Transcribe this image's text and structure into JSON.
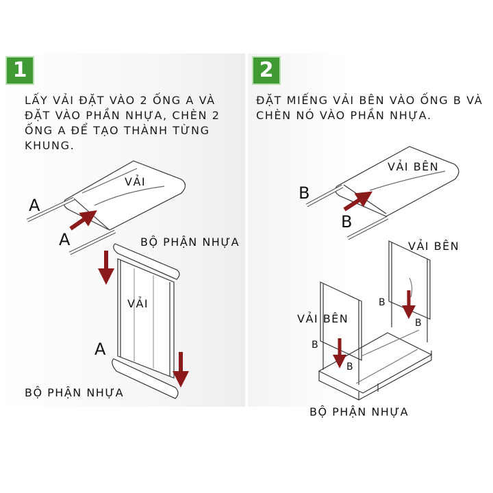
{
  "step1": {
    "number": "1",
    "instruction": "LẤY VẢI ĐẶT VÀO 2 ỐNG A VÀ ĐẶT VÀO PHẦN NHỰA, CHÈN 2 ỐNG A ĐỂ TẠO THÀNH TỪNG KHUNG.",
    "labels": {
      "fabric_top": "VẢI",
      "tube_a1": "A",
      "tube_a2": "A",
      "plastic_top": "BỘ PHẬN NHỰA",
      "fabric_frame": "VẢI",
      "tube_a3": "A",
      "plastic_bottom": "BỘ PHẬN NHỰA"
    }
  },
  "step2": {
    "number": "2",
    "instruction": "ĐẶT MIẾNG VẢI BÊN VÀO ỐNG B VÀ CHÈN NÓ VÀO PHẦN NHỰA.",
    "labels": {
      "side_fabric_top": "VẢI BÊN",
      "tube_b1": "B",
      "tube_b2": "B",
      "side_fabric_right": "VẢI BÊN",
      "tube_b_right1": "B",
      "tube_b_right2": "B",
      "side_fabric_left": "VẢI BÊN",
      "tube_b_left1": "B",
      "tube_b_left2": "B",
      "plastic": "BỘ PHẬN NHỰA"
    }
  },
  "colors": {
    "badge_green": "#3f9a34",
    "arrow_red": "#8b1a1a"
  }
}
